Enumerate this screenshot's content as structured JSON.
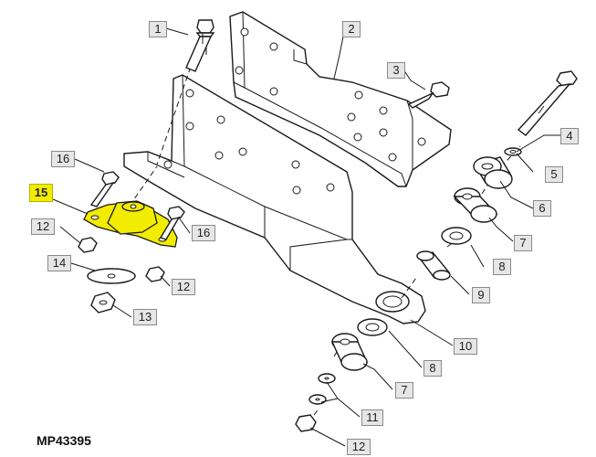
{
  "figure_code": "MP43395",
  "highlight_color": "#f2ec00",
  "callouts": [
    {
      "key": "1",
      "label": "1"
    },
    {
      "key": "2",
      "label": "2"
    },
    {
      "key": "3",
      "label": "3"
    },
    {
      "key": "4",
      "label": "4"
    },
    {
      "key": "5",
      "label": "5"
    },
    {
      "key": "6",
      "label": "6"
    },
    {
      "key": "7a",
      "label": "7"
    },
    {
      "key": "8a",
      "label": "8"
    },
    {
      "key": "9",
      "label": "9"
    },
    {
      "key": "10",
      "label": "10"
    },
    {
      "key": "8b",
      "label": "8"
    },
    {
      "key": "7b",
      "label": "7"
    },
    {
      "key": "11",
      "label": "11"
    },
    {
      "key": "12c",
      "label": "12"
    },
    {
      "key": "16a",
      "label": "16"
    },
    {
      "key": "15",
      "label": "15",
      "highlighted": true
    },
    {
      "key": "12a",
      "label": "12"
    },
    {
      "key": "16b",
      "label": "16"
    },
    {
      "key": "14",
      "label": "14"
    },
    {
      "key": "12b",
      "label": "12"
    },
    {
      "key": "13",
      "label": "13"
    }
  ]
}
